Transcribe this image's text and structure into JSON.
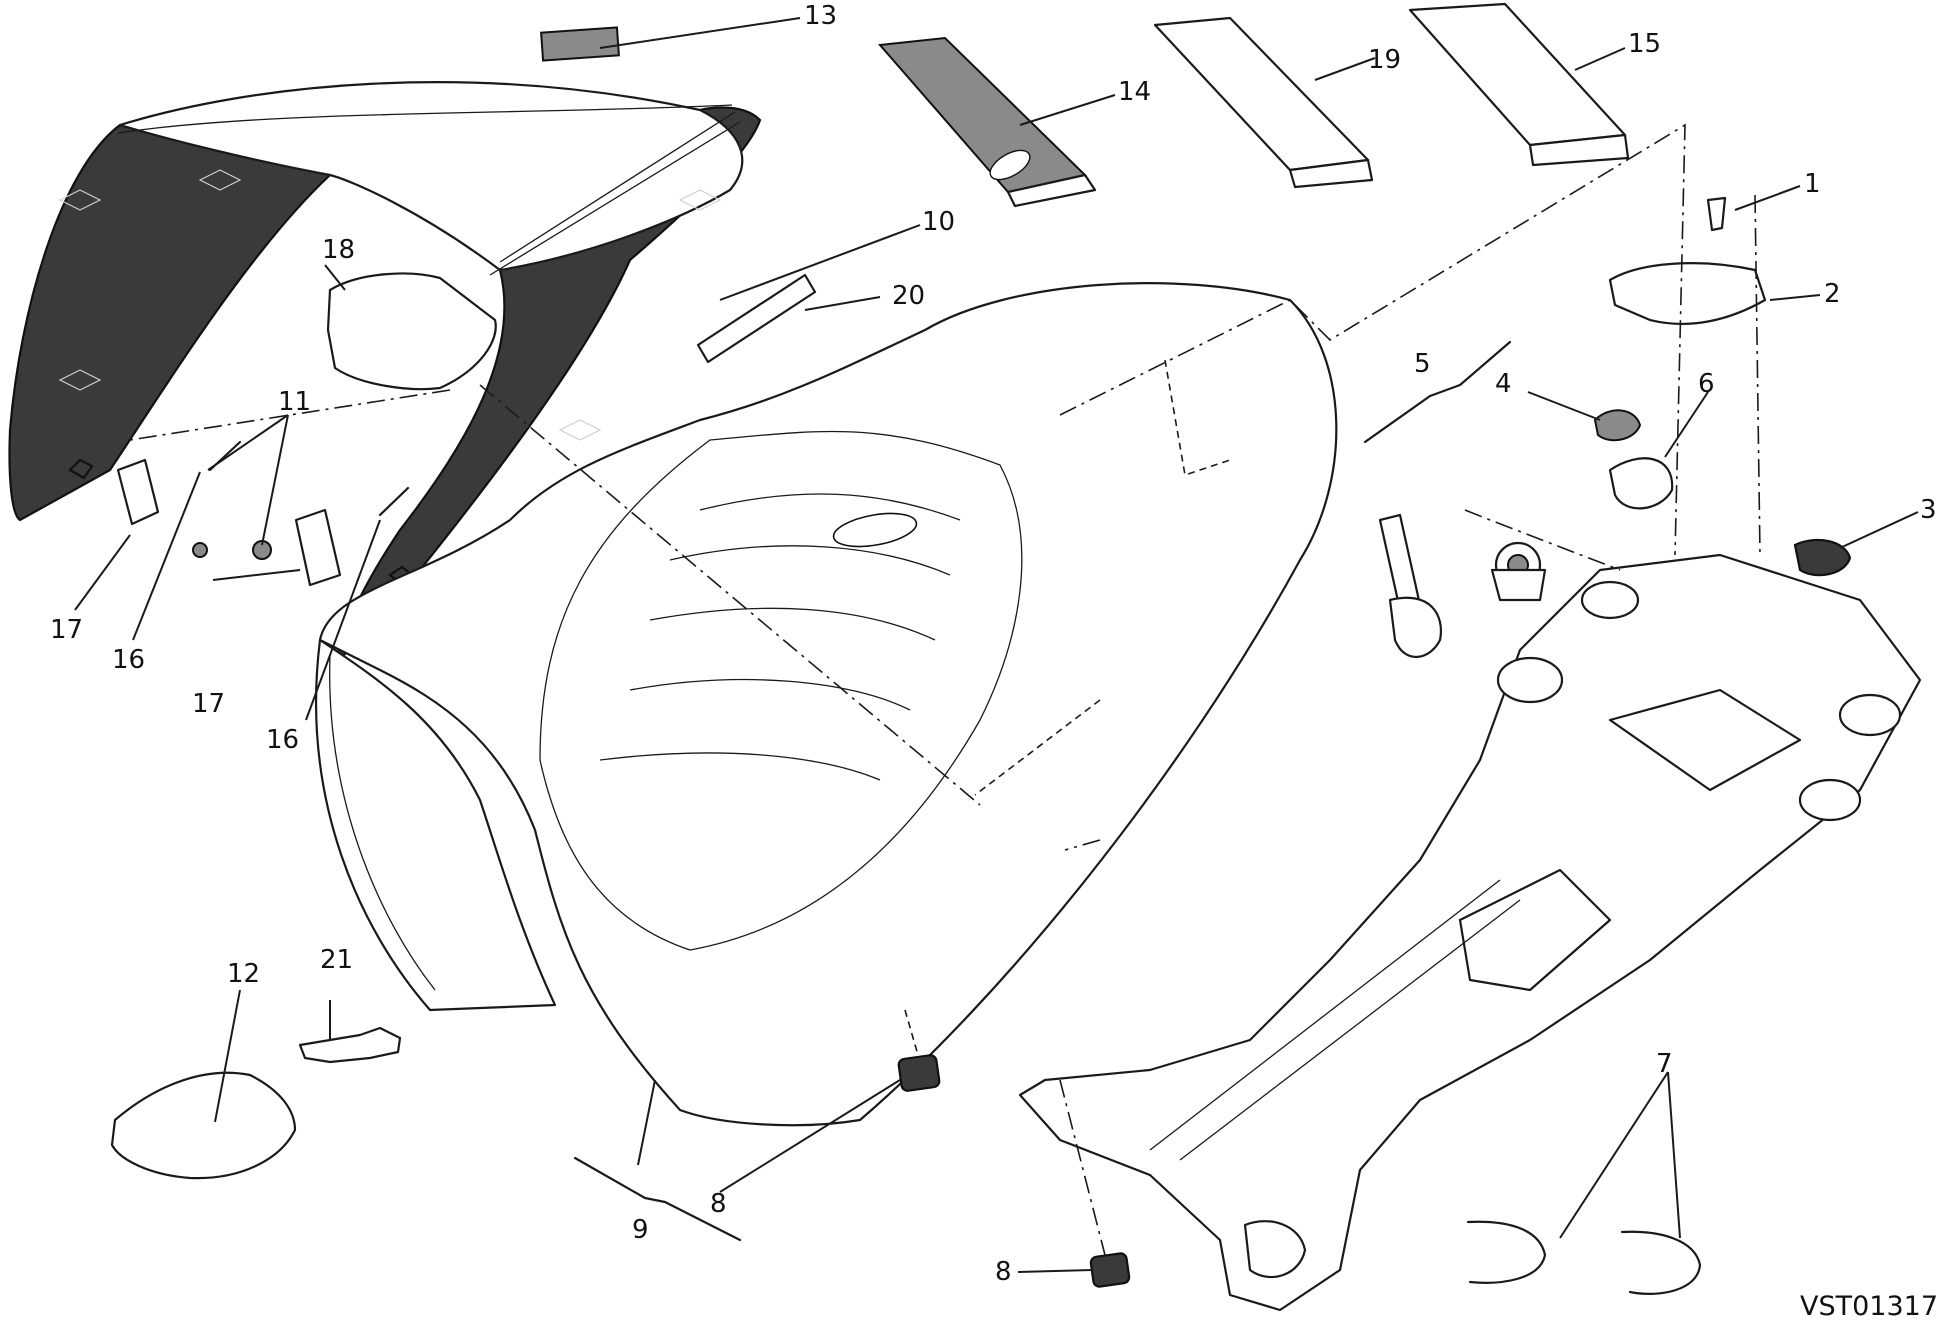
{
  "diagram": {
    "reference_code": "VST01317",
    "callouts": [
      {
        "id": "c1",
        "label": "1"
      },
      {
        "id": "c2",
        "label": "2"
      },
      {
        "id": "c3",
        "label": "3"
      },
      {
        "id": "c4",
        "label": "4"
      },
      {
        "id": "c5",
        "label": "5"
      },
      {
        "id": "c6",
        "label": "6"
      },
      {
        "id": "c7",
        "label": "7"
      },
      {
        "id": "c8a",
        "label": "8"
      },
      {
        "id": "c8b",
        "label": "8"
      },
      {
        "id": "c9",
        "label": "9"
      },
      {
        "id": "c10",
        "label": "10"
      },
      {
        "id": "c11",
        "label": "11"
      },
      {
        "id": "c12",
        "label": "12"
      },
      {
        "id": "c13",
        "label": "13"
      },
      {
        "id": "c14",
        "label": "14"
      },
      {
        "id": "c15",
        "label": "15"
      },
      {
        "id": "c16a",
        "label": "16"
      },
      {
        "id": "c16b",
        "label": "16"
      },
      {
        "id": "c17a",
        "label": "17"
      },
      {
        "id": "c17b",
        "label": "17"
      },
      {
        "id": "c18",
        "label": "18"
      },
      {
        "id": "c19",
        "label": "19"
      },
      {
        "id": "c20",
        "label": "20"
      },
      {
        "id": "c21",
        "label": "21"
      }
    ]
  }
}
